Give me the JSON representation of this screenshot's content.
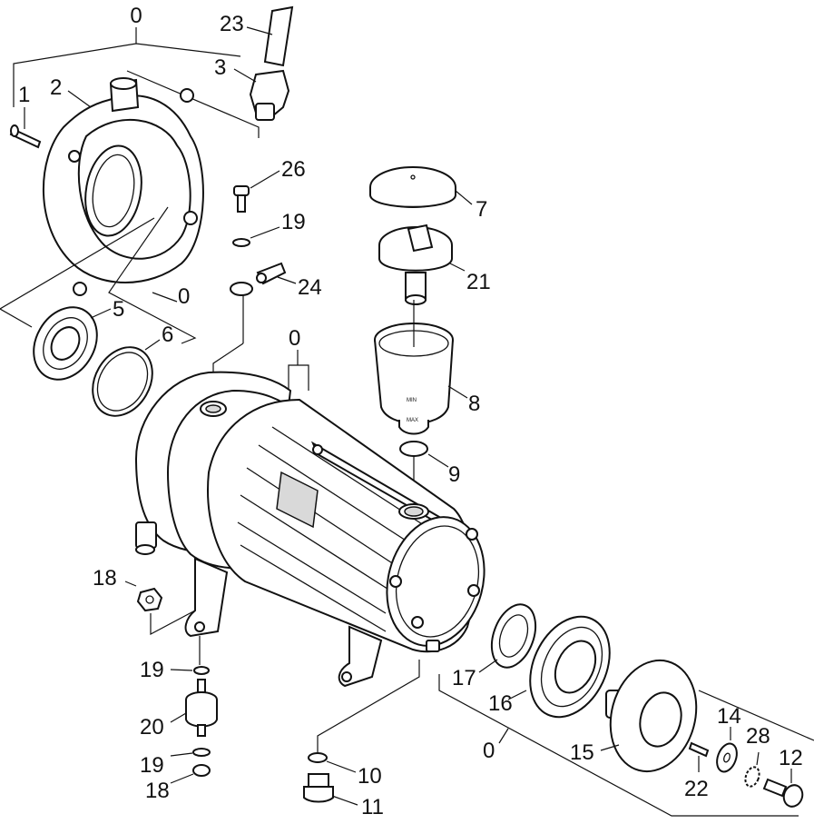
{
  "diagram": {
    "labels": {
      "l0_top": "0",
      "l23": "23",
      "l3": "3",
      "l1": "1",
      "l2": "2",
      "l26": "26",
      "l19_top": "19",
      "l7": "7",
      "l21": "21",
      "l24": "24",
      "l0_mid": "0",
      "l5": "5",
      "l6": "6",
      "l0_body": "0",
      "l8": "8",
      "l9": "9",
      "l18_a": "18",
      "l19_b": "19",
      "l20": "20",
      "l19_c": "19",
      "l18_b": "18",
      "l10": "10",
      "l11": "11",
      "l17": "17",
      "l16": "16",
      "l15": "15",
      "l0_bottom": "0",
      "l14": "14",
      "l28": "28",
      "l12": "12",
      "l22": "22"
    },
    "markings": {
      "min": "MIN",
      "max": "MAX"
    }
  }
}
